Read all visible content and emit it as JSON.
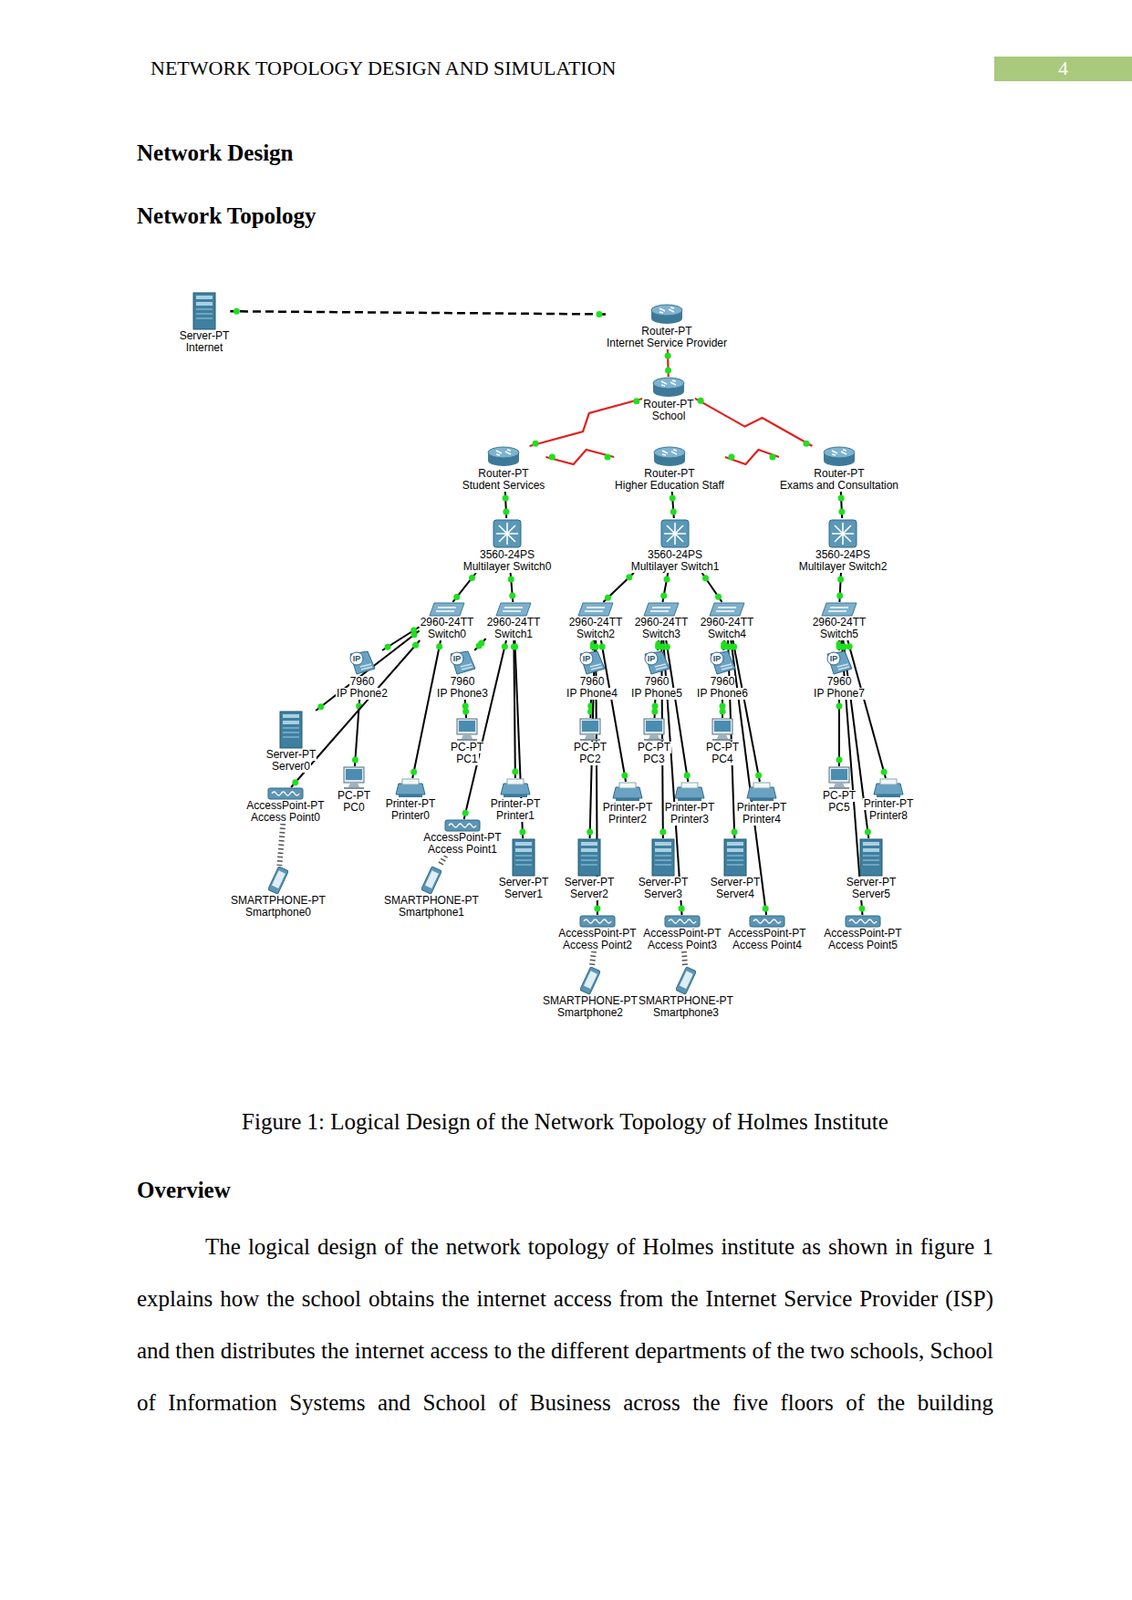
{
  "diagram": {
    "caption": "Figure 1: Logical Design of the Network Topology of Holmes Institute",
    "nodes": [
      {
        "text": [
          "Server-PT",
          "Internet"
        ]
      },
      {
        "text": [
          "Router-PT",
          "Internet Service Provider"
        ]
      },
      {
        "text": [
          "Router-PT",
          "School"
        ]
      },
      {
        "text": [
          "Router-PT",
          "Student Services"
        ]
      },
      {
        "text": [
          "Router-PT",
          "Higher Education Staff"
        ]
      },
      {
        "text": [
          "Router-PT",
          "Exams and Consultation"
        ]
      },
      {
        "text": [
          "3560-24PS",
          "Multilayer Switch0"
        ]
      },
      {
        "text": [
          "3560-24PS",
          "Multilayer Switch1"
        ]
      },
      {
        "text": [
          "3560-24PS",
          "Multilayer Switch2"
        ]
      },
      {
        "text": [
          "2960-24TT",
          "Switch0"
        ]
      },
      {
        "text": [
          "2960-24TT",
          "Switch1"
        ]
      },
      {
        "text": [
          "2960-24TT",
          "Switch2"
        ]
      },
      {
        "text": [
          "2960-24TT",
          "Switch3"
        ]
      },
      {
        "text": [
          "2960-24TT",
          "Switch4"
        ]
      },
      {
        "text": [
          "2960-24TT",
          "Switch5"
        ]
      },
      {
        "text": [
          "7960",
          "IP Phone2"
        ]
      },
      {
        "text": [
          "7960",
          "IP Phone3"
        ]
      },
      {
        "text": [
          "7960",
          "IP Phone4"
        ]
      },
      {
        "text": [
          "7960",
          "IP Phone5"
        ]
      },
      {
        "text": [
          "7960",
          "IP Phone6"
        ]
      },
      {
        "text": [
          "7960",
          "IP Phone7"
        ]
      },
      {
        "text": [
          "Server-PT",
          "Server0"
        ]
      },
      {
        "text": [
          "PC-PT",
          "PC0"
        ]
      },
      {
        "text": [
          "Printer-PT",
          "Printer0"
        ]
      },
      {
        "text": [
          "PC-PT",
          "PC1"
        ]
      },
      {
        "text": [
          "Printer-PT",
          "Printer1"
        ]
      },
      {
        "text": [
          "AccessPoint-PT",
          "Access Point0"
        ]
      },
      {
        "text": [
          "AccessPoint-PT",
          "Access Point1"
        ]
      },
      {
        "text": [
          "Server-PT",
          "Server1"
        ]
      },
      {
        "text": [
          "SMARTPHONE-PT",
          "Smartphone0"
        ]
      },
      {
        "text": [
          "SMARTPHONE-PT",
          "Smartphone1"
        ]
      },
      {
        "text": [
          "PC-PT",
          "PC2"
        ]
      },
      {
        "text": [
          "PC-PT",
          "PC3"
        ]
      },
      {
        "text": [
          "PC-PT",
          "PC4"
        ]
      },
      {
        "text": [
          "Printer-PT",
          "Printer2"
        ]
      },
      {
        "text": [
          "Printer-PT",
          "Printer3"
        ]
      },
      {
        "text": [
          "Printer-PT",
          "Printer4"
        ]
      },
      {
        "text": [
          "Server-PT",
          "Server2"
        ]
      },
      {
        "text": [
          "Server-PT",
          "Server3"
        ]
      },
      {
        "text": [
          "Server-PT",
          "Server4"
        ]
      },
      {
        "text": [
          "AccessPoint-PT",
          "Access Point2"
        ]
      },
      {
        "text": [
          "AccessPoint-PT",
          "Access Point3"
        ]
      },
      {
        "text": [
          "AccessPoint-PT",
          "Access Point4"
        ]
      },
      {
        "text": [
          "AccessPoint-PT",
          "Access Point5"
        ]
      },
      {
        "text": [
          "SMARTPHONE-PT",
          "Smartphone2"
        ]
      },
      {
        "text": [
          "SMARTPHONE-PT",
          "Smartphone3"
        ]
      },
      {
        "text": [
          "PC-PT",
          "PC5"
        ]
      },
      {
        "text": [
          "Printer-PT",
          "Printer8"
        ]
      },
      {
        "text": [
          "Server-PT",
          "Server5"
        ]
      }
    ],
    "edges": [
      {
        "from": 1,
        "to": 0,
        "arrow": "none"
      },
      {
        "from": 2,
        "to": 1,
        "arrow": "none"
      },
      {
        "from": 2,
        "to": 3,
        "arrow": "none"
      },
      {
        "from": 2,
        "to": 5,
        "arrow": "none"
      },
      {
        "from": 3,
        "to": 4,
        "arrow": "none"
      },
      {
        "from": 4,
        "to": 5,
        "arrow": "none"
      },
      {
        "from": 3,
        "to": 6,
        "arrow": "none"
      },
      {
        "from": 4,
        "to": 7,
        "arrow": "none"
      },
      {
        "from": 5,
        "to": 8,
        "arrow": "none"
      },
      {
        "from": 6,
        "to": 9,
        "arrow": "none"
      },
      {
        "from": 6,
        "to": 10,
        "arrow": "none"
      },
      {
        "from": 7,
        "to": 11,
        "arrow": "none"
      },
      {
        "from": 7,
        "to": 12,
        "arrow": "none"
      },
      {
        "from": 7,
        "to": 13,
        "arrow": "none"
      },
      {
        "from": 8,
        "to": 14,
        "arrow": "none"
      },
      {
        "from": 9,
        "to": 15,
        "arrow": "none"
      },
      {
        "from": 15,
        "to": 22,
        "arrow": "none"
      },
      {
        "from": 9,
        "to": 21,
        "arrow": "none"
      },
      {
        "from": 9,
        "to": 26,
        "arrow": "none"
      },
      {
        "from": 9,
        "to": 23,
        "arrow": "none"
      },
      {
        "from": 10,
        "to": 16,
        "arrow": "none"
      },
      {
        "from": 16,
        "to": 24,
        "arrow": "none"
      },
      {
        "from": 10,
        "to": 27,
        "arrow": "none"
      },
      {
        "from": 10,
        "to": 25,
        "arrow": "none"
      },
      {
        "from": 10,
        "to": 28,
        "arrow": "none"
      },
      {
        "from": 11,
        "to": 17,
        "arrow": "none"
      },
      {
        "from": 17,
        "to": 31,
        "arrow": "none"
      },
      {
        "from": 11,
        "to": 34,
        "arrow": "none"
      },
      {
        "from": 11,
        "to": 37,
        "arrow": "none"
      },
      {
        "from": 11,
        "to": 40,
        "arrow": "none"
      },
      {
        "from": 12,
        "to": 18,
        "arrow": "none"
      },
      {
        "from": 18,
        "to": 32,
        "arrow": "none"
      },
      {
        "from": 12,
        "to": 35,
        "arrow": "none"
      },
      {
        "from": 12,
        "to": 38,
        "arrow": "none"
      },
      {
        "from": 12,
        "to": 41,
        "arrow": "none"
      },
      {
        "from": 13,
        "to": 19,
        "arrow": "none"
      },
      {
        "from": 19,
        "to": 33,
        "arrow": "none"
      },
      {
        "from": 13,
        "to": 36,
        "arrow": "none"
      },
      {
        "from": 13,
        "to": 39,
        "arrow": "none"
      },
      {
        "from": 13,
        "to": 42,
        "arrow": "none"
      },
      {
        "from": 14,
        "to": 20,
        "arrow": "none"
      },
      {
        "from": 20,
        "to": 46,
        "arrow": "none"
      },
      {
        "from": 14,
        "to": 47,
        "arrow": "none"
      },
      {
        "from": 14,
        "to": 48,
        "arrow": "none"
      },
      {
        "from": 14,
        "to": 43,
        "arrow": "none"
      },
      {
        "from": 26,
        "to": 29,
        "arrow": "none"
      },
      {
        "from": 27,
        "to": 30,
        "arrow": "none"
      },
      {
        "from": 40,
        "to": 44,
        "arrow": "none"
      },
      {
        "from": 41,
        "to": 45,
        "arrow": "none"
      }
    ],
    "labels": [
      "NETWORK TOPOLOGY DESIGN AND SIMULATION",
      "4",
      "Network Design",
      "Network Topology",
      "Overview",
      "The logical design of the network topology of Holmes institute as shown in figure 1 explains how the school obtains the internet access from the Internet Service Provider (ISP) and then distributes the internet access to the different departments of the two schools, School of Information Systems and School of Business across the five floors of the building",
      "IP",
      "IP",
      "IP",
      "IP",
      "IP",
      "IP"
    ]
  }
}
